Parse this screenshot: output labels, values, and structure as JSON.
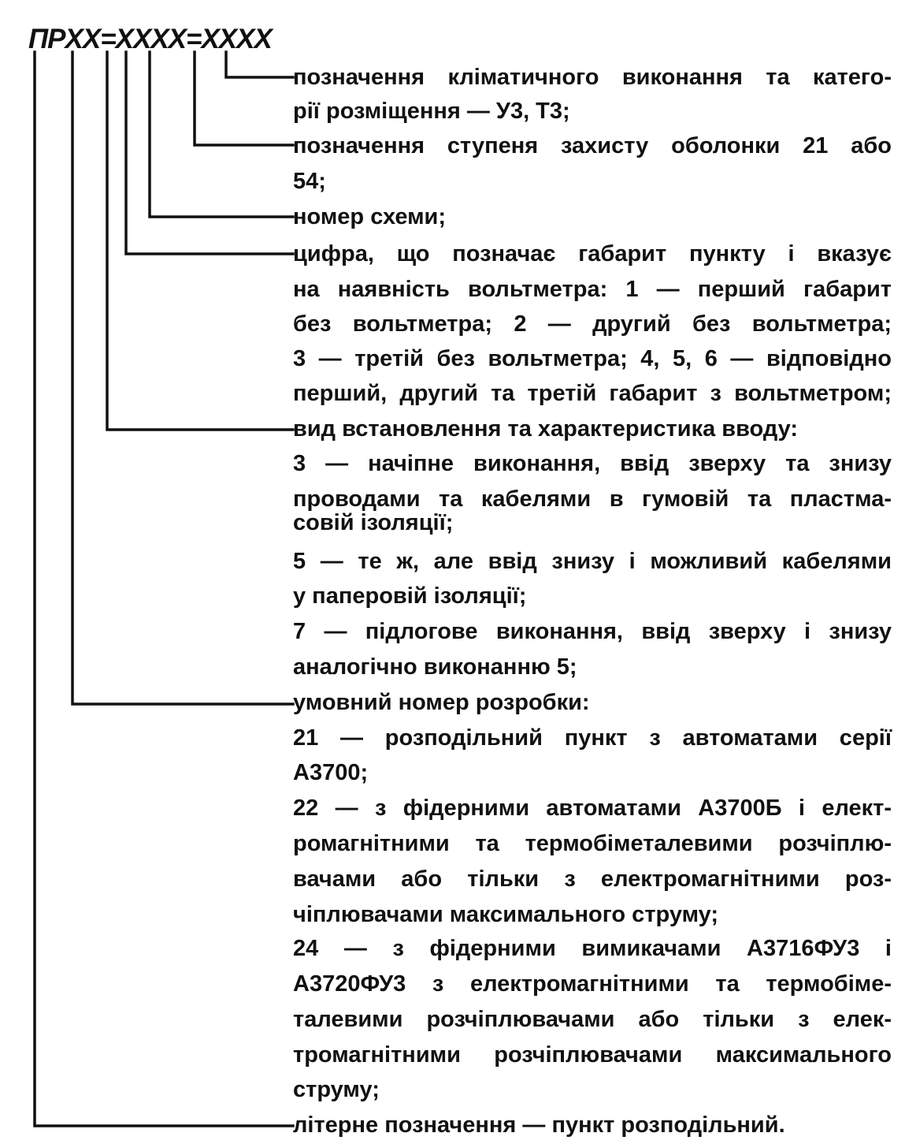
{
  "designation": {
    "code": "ПРXX=XXXX=XXXX"
  },
  "sections": [
    {
      "id": "climate",
      "lines": [
        "позначення кліматичного виконання та катего-",
        "рії розміщення — У3, Т3;"
      ]
    },
    {
      "id": "protection",
      "lines": [
        "позначення ступеня захисту оболонки 21 або",
        "54;"
      ]
    },
    {
      "id": "scheme",
      "lines": [
        "номер схеми;"
      ]
    },
    {
      "id": "size",
      "lines": [
        "цифра, що позначає габарит пункту і вказує",
        "на наявність вольтметра: 1 — перший габарит",
        "без вольтметра; 2 — другий без вольтметра;",
        "3 — третій без вольтметра; 4, 5, 6 — відповідно",
        "перший, другий та третій габарит з вольтметром;"
      ]
    },
    {
      "id": "install",
      "lines": [
        "вид встановлення та характеристика вводу:",
        "3 — начіпне виконання, ввід зверху та знизу",
        "проводами та кабелями в гумовій та пластма-",
        "совій ізоляції;",
        "5 — те ж, але ввід знизу і можливий кабелями",
        "у паперовій ізоляції;",
        "7 — підлогове виконання, ввід зверху і знизу",
        "аналогічно виконанню 5;"
      ]
    },
    {
      "id": "development",
      "lines": [
        "умовний номер розробки:",
        "21 — розподільний пункт з автоматами серії",
        "А3700;",
        "22 — з фідерними автоматами А3700Б і елект-",
        "ромагнітними та термобіметалевими розчіплю-",
        "вачами або тільки з електромагнітними роз-",
        "чіплювачами максимального струму;",
        "24 — з фідерними вимикачами А3716ФУ3 і",
        "А3720ФУ3 з електромагнітними та термобіме-",
        "талевими розчіплювачами або тільки з елек-",
        "тромагнітними розчіплювачами максимального",
        "струму;"
      ]
    },
    {
      "id": "letter",
      "lines": [
        "літерне позначення — пункт розподільний."
      ]
    }
  ]
}
